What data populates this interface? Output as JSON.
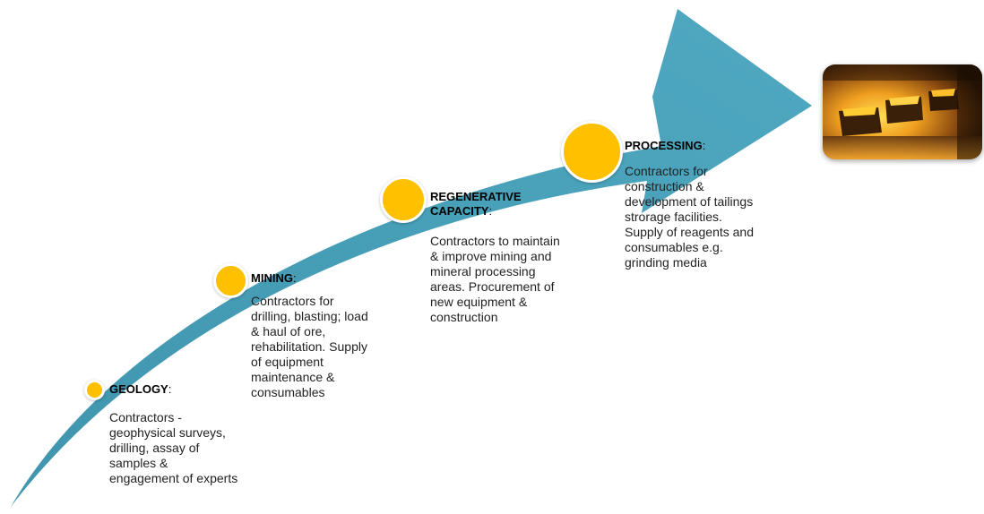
{
  "stages": [
    {
      "id": "geology",
      "title": "GEOLOGY",
      "desc": "Contractors - geophysical surveys, drilling, assay of samples & engagement of experts"
    },
    {
      "id": "mining",
      "title": "MINING",
      "desc": "Contractors for drilling, blasting; load & haul of ore, rehabilitation. Supply of equipment maintenance & consumables"
    },
    {
      "id": "regenerative",
      "title": "REGENERATIVE CAPACITY",
      "title_line1": "REGENERATIVE",
      "title_line2": "CAPACITY",
      "desc": "Contractors to maintain & improve mining and mineral processing areas. Procurement of new equipment & construction"
    },
    {
      "id": "processing",
      "title": "PROCESSING",
      "desc": "Contractors for construction & development of tailings strorage facilities. Supply of reagents and consumables e.g. grinding media"
    }
  ],
  "colors": {
    "arrow": "#4ba3bc",
    "node": "#ffc000",
    "node_border": "#ffffff"
  },
  "image": {
    "name": "molten-metal-processing-photo"
  }
}
